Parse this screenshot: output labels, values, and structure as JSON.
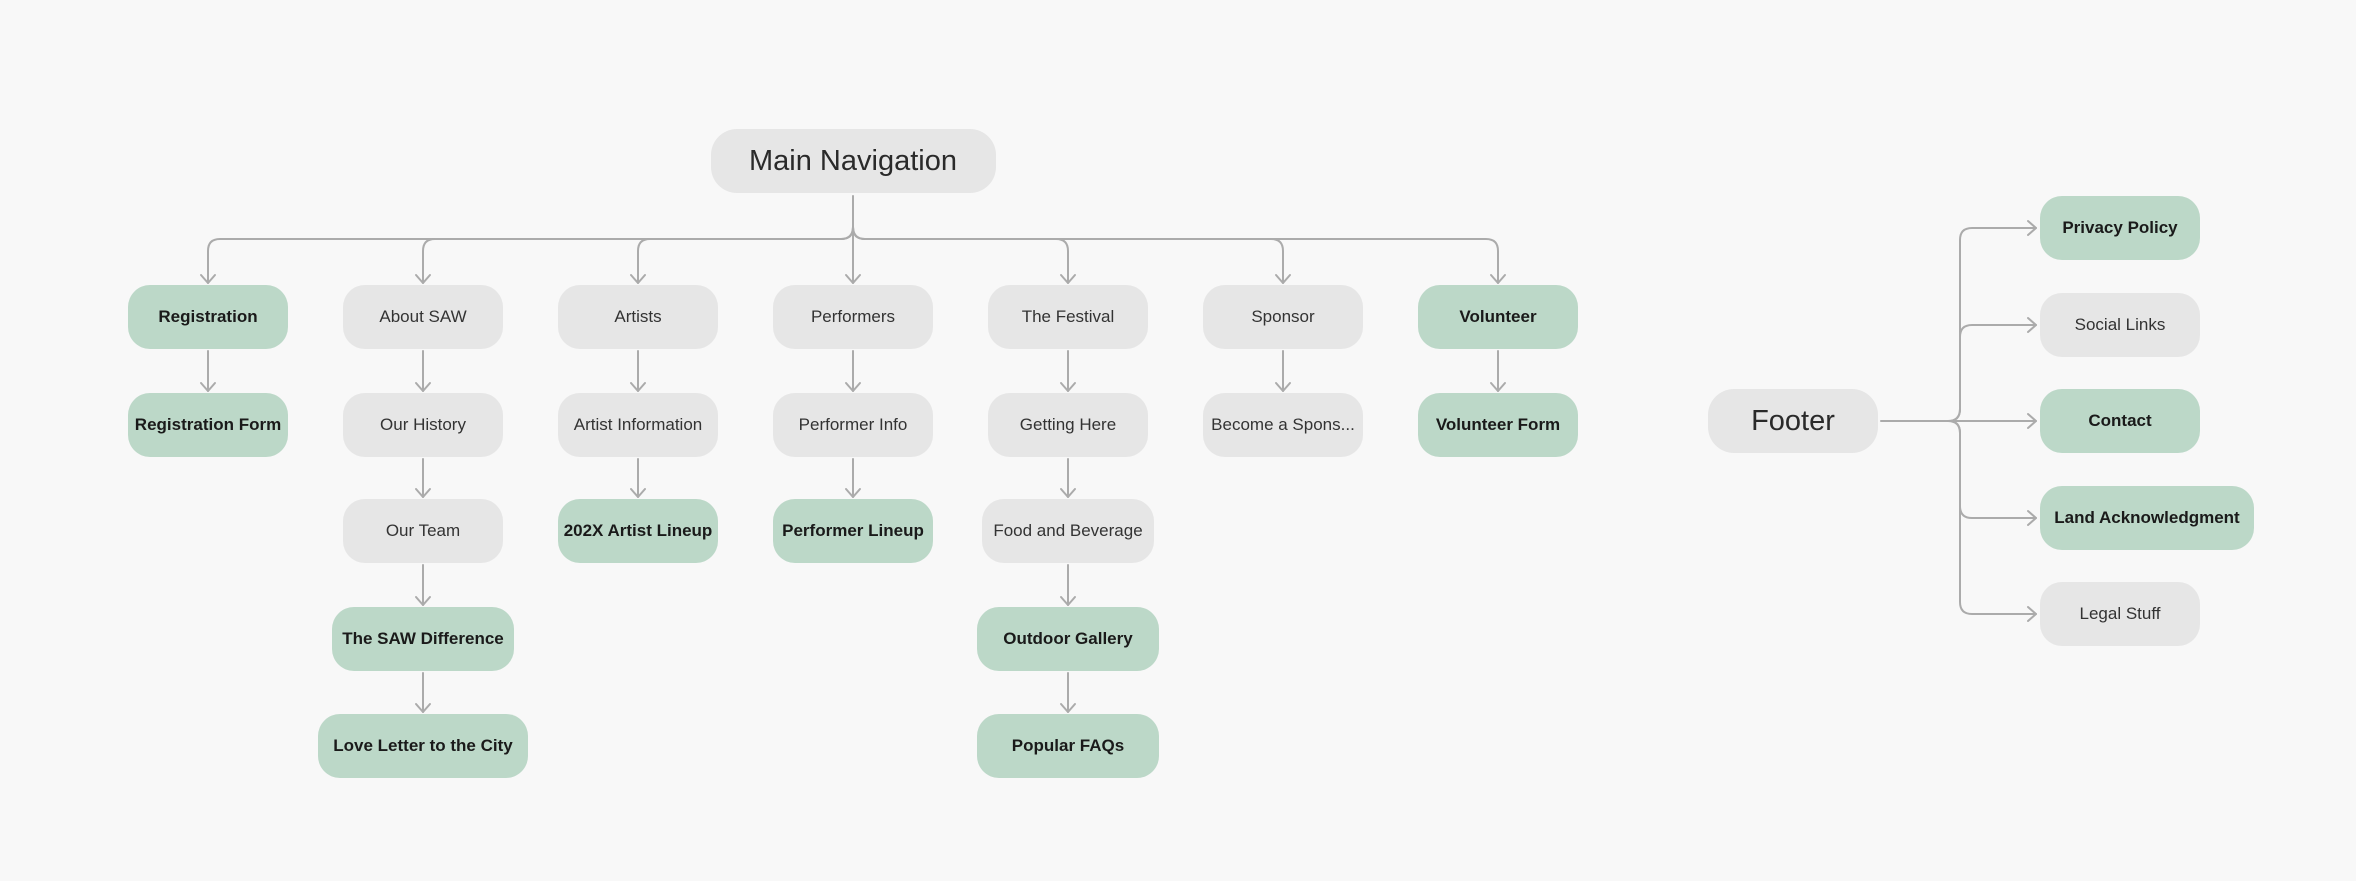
{
  "colors": {
    "background": "#f8f8f8",
    "node_gray": "#e6e6e6",
    "node_green": "#bcd8c8",
    "connector": "#ababab"
  },
  "main_navigation": {
    "label": "Main Navigation",
    "columns": [
      {
        "label": "Registration",
        "style": "green",
        "children": [
          {
            "label": "Registration Form",
            "style": "green"
          }
        ]
      },
      {
        "label": "About SAW",
        "style": "gray",
        "children": [
          {
            "label": "Our History",
            "style": "gray"
          },
          {
            "label": "Our Team",
            "style": "gray"
          },
          {
            "label": "The SAW Difference",
            "style": "green"
          },
          {
            "label": "Love Letter to the City",
            "style": "green"
          }
        ]
      },
      {
        "label": "Artists",
        "style": "gray",
        "children": [
          {
            "label": "Artist Information",
            "style": "gray"
          },
          {
            "label": "202X Artist Lineup",
            "style": "green"
          }
        ]
      },
      {
        "label": "Performers",
        "style": "gray",
        "children": [
          {
            "label": "Performer Info",
            "style": "gray"
          },
          {
            "label": "Performer Lineup",
            "style": "green"
          }
        ]
      },
      {
        "label": "The Festival",
        "style": "gray",
        "children": [
          {
            "label": "Getting Here",
            "style": "gray"
          },
          {
            "label": "Food and Beverage",
            "style": "gray"
          },
          {
            "label": "Outdoor Gallery",
            "style": "green"
          },
          {
            "label": "Popular FAQs",
            "style": "green"
          }
        ]
      },
      {
        "label": "Sponsor",
        "style": "gray",
        "children": [
          {
            "label": "Become a Spons...",
            "style": "gray"
          }
        ]
      },
      {
        "label": "Volunteer",
        "style": "green",
        "children": [
          {
            "label": "Volunteer Form",
            "style": "green"
          }
        ]
      }
    ]
  },
  "footer": {
    "label": "Footer",
    "items": [
      {
        "label": "Privacy Policy",
        "style": "green"
      },
      {
        "label": "Social Links",
        "style": "gray"
      },
      {
        "label": "Contact",
        "style": "green"
      },
      {
        "label": "Land Acknowledgment",
        "style": "green"
      },
      {
        "label": "Legal Stuff",
        "style": "gray"
      }
    ]
  }
}
